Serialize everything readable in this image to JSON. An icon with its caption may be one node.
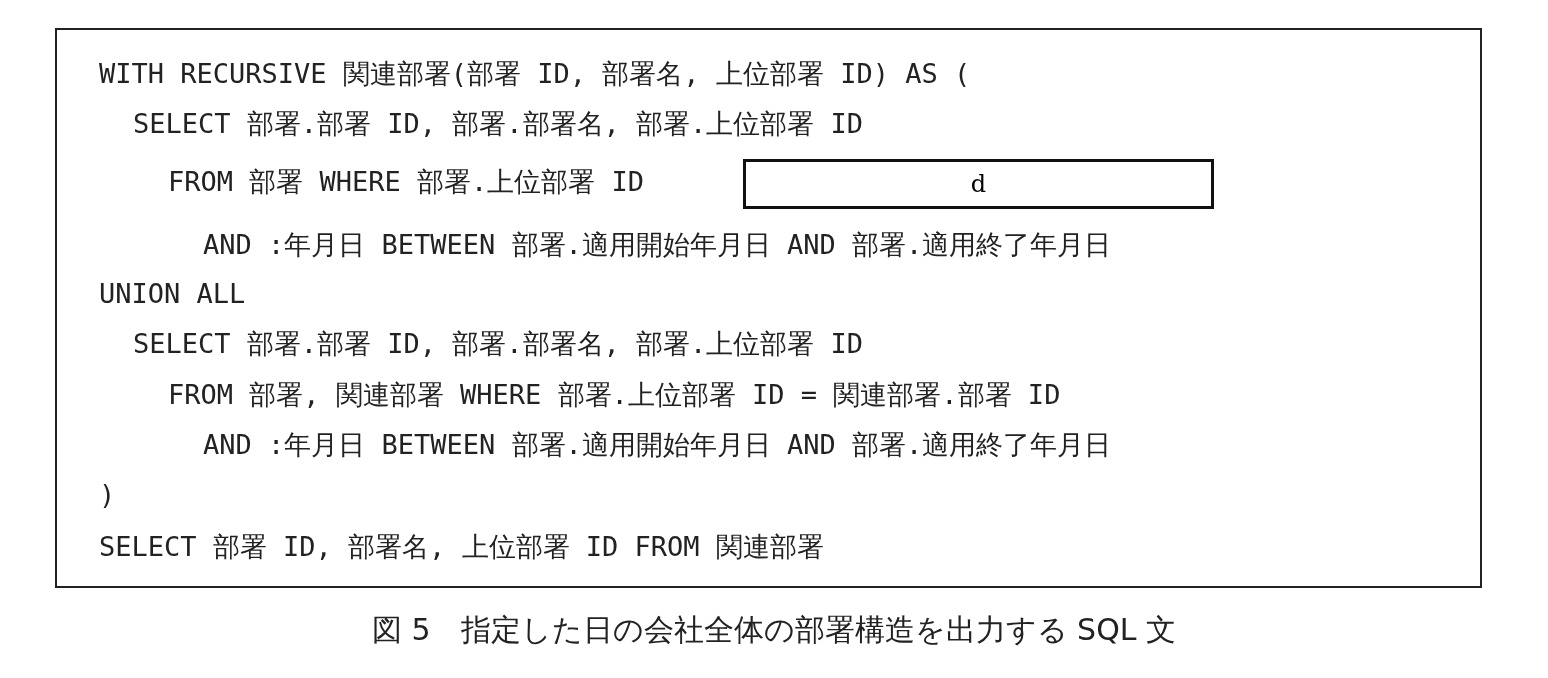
{
  "diagram": {
    "caption": "図 5　指定した日の会社全体の部署構造を出力する SQL 文",
    "nodes": [
      {
        "text": [
          "WITH RECURSIVE 関連部署(部署 ID, 部署名, 上位部署 ID) AS (",
          "SELECT 部署.部署 ID, 部署.部署名, 部署.上位部署 ID",
          "FROM 部署 WHERE 部署.上位部署 ID",
          "AND :年月日 BETWEEN 部署.適用開始年月日 AND 部署.適用終了年月日",
          "UNION ALL",
          "SELECT 部署.部署 ID, 部署.部署名, 部署.上位部署 ID",
          "FROM 部署, 関連部署 WHERE 部署.上位部署 ID = 関連部署.部署 ID",
          "AND :年月日 BETWEEN 部署.適用開始年月日 AND 部署.適用終了年月日",
          ")",
          "SELECT 部署 ID, 部署名, 上位部署 ID FROM 関連部署"
        ]
      },
      {
        "text": [
          "d"
        ],
        "in": 0
      }
    ]
  }
}
